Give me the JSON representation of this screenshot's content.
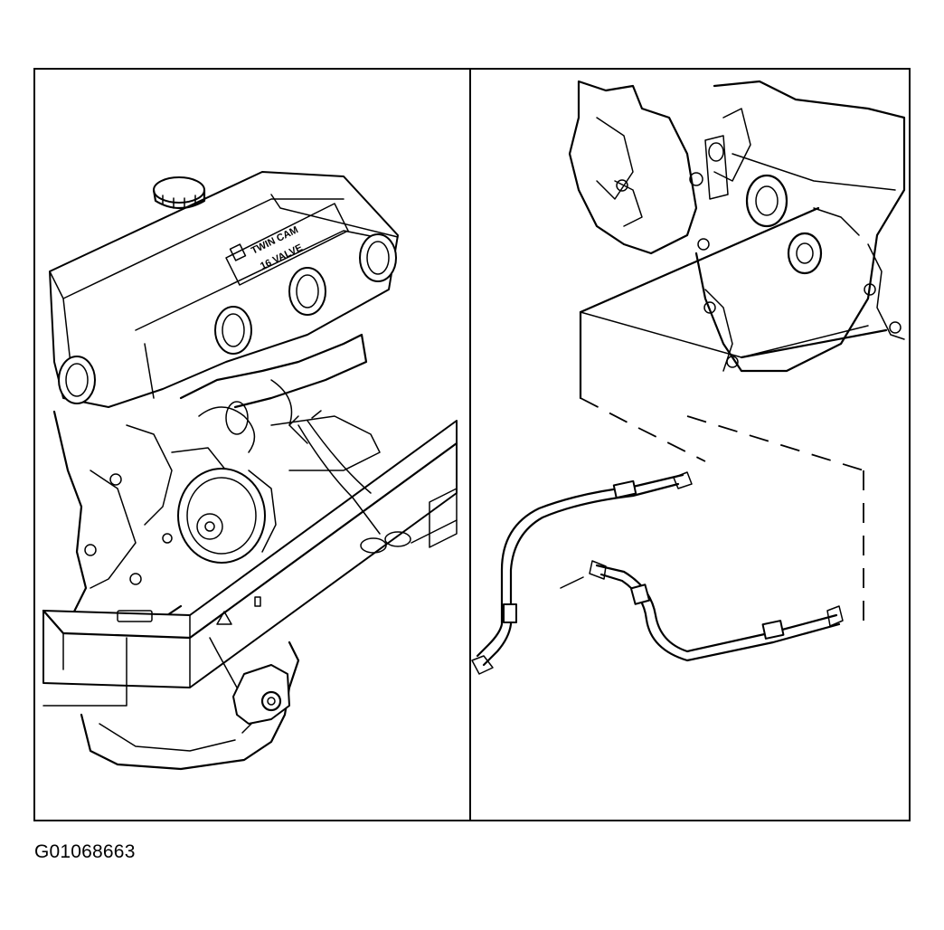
{
  "figure": {
    "id_code": "G01068663",
    "valve_cover_text": [
      "TWIN CAM",
      "16 VALVE"
    ]
  },
  "panels": [
    {
      "subject": "engine and front crossmember with transmission mount",
      "parts": [
        "oil-filler-cap",
        "valve-cover",
        "spark-plug-wells",
        "exhaust-manifold",
        "crankshaft-pulley",
        "crossmember",
        "wire-harness-clip",
        "mount-bracket"
      ]
    },
    {
      "subject": "engine side with exploded view of oil cooler hoses",
      "parts": [
        "engine-block",
        "timing-pulley",
        "crossmember-outline",
        "oil-cooler-hose-upper",
        "oil-cooler-hose-lower"
      ]
    }
  ],
  "colors": {
    "line": "#000000",
    "background": "#ffffff"
  }
}
